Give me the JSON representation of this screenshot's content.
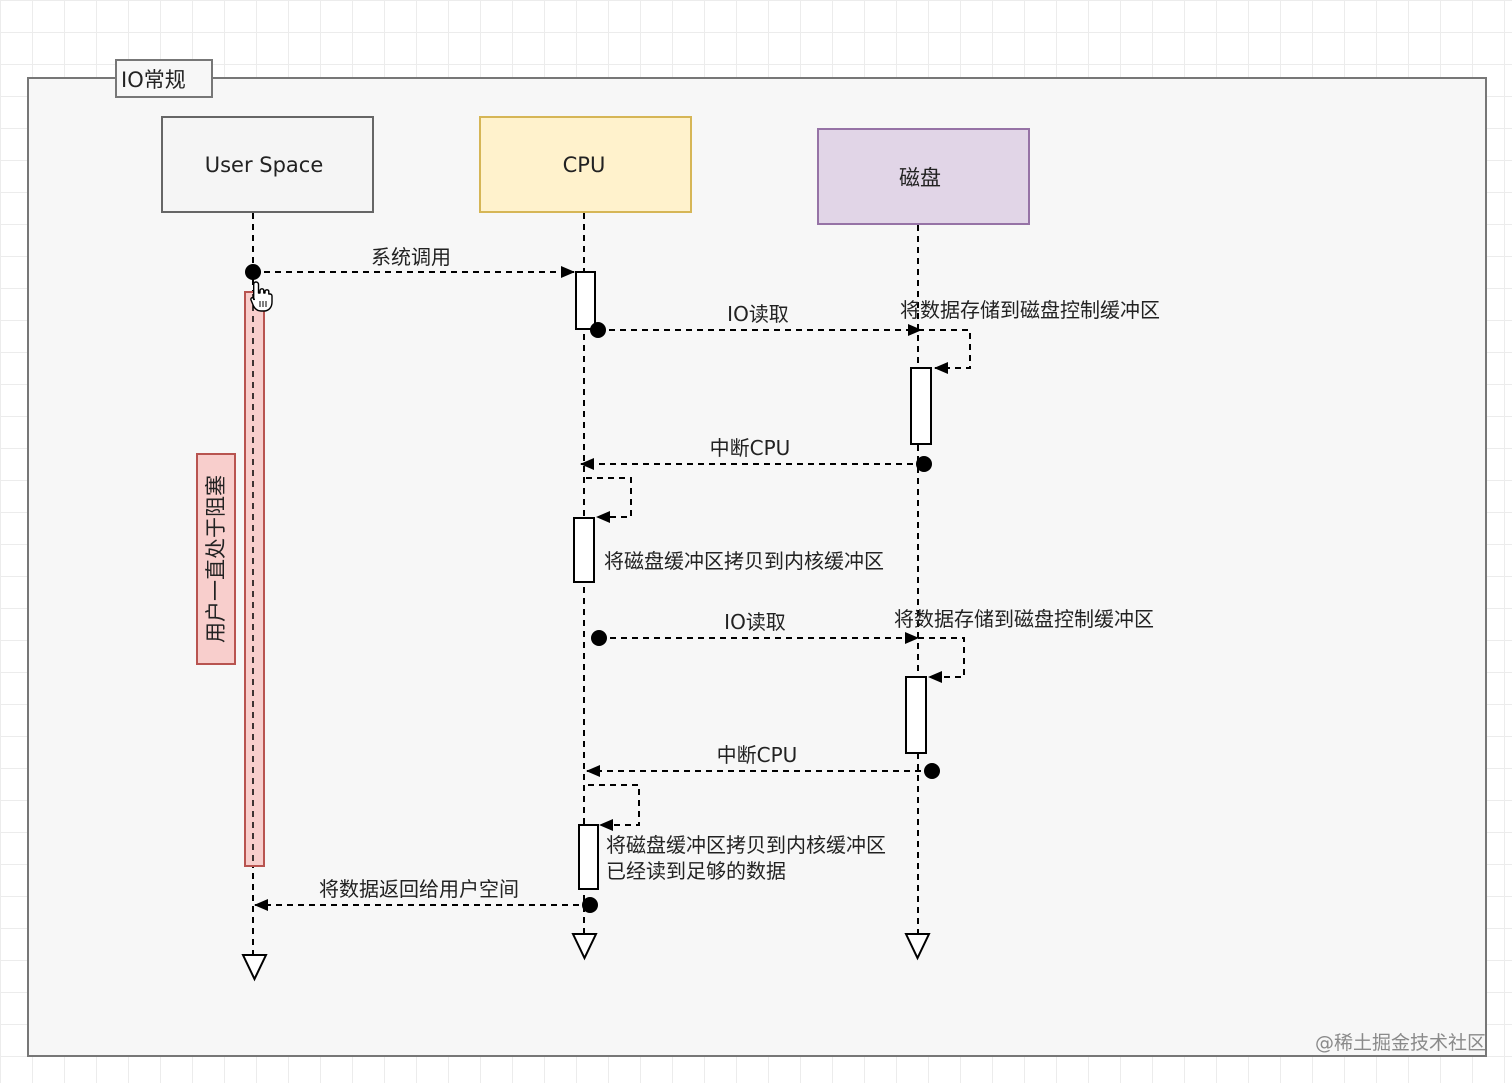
{
  "frame": {
    "title": "IO常规"
  },
  "participants": {
    "user": {
      "label": "User Space",
      "fill": "#f5f5f5",
      "stroke": "#666666"
    },
    "cpu": {
      "label": "CPU",
      "fill": "#fff2cc",
      "stroke": "#d6b656"
    },
    "disk": {
      "label": "磁盘",
      "fill": "#e1d5e7",
      "stroke": "#9673a6"
    }
  },
  "block_note": {
    "label": "用户一直处于阻塞",
    "fill": "#f8cecc",
    "stroke": "#b85450"
  },
  "messages": {
    "syscall": "系统调用",
    "io_read_1": "IO读取",
    "store_1": "将数据存储到磁盘控制缓冲区",
    "interrupt_1": "中断CPU",
    "copy_1": "将磁盘缓冲区拷贝到内核缓冲区",
    "io_read_2": "IO读取",
    "store_2": "将数据存储到磁盘控制缓冲区",
    "interrupt_2": "中断CPU",
    "copy_2_line1": "将磁盘缓冲区拷贝到内核缓冲区",
    "copy_2_line2": "已经读到足够的数据",
    "return": "将数据返回给用户空间"
  },
  "watermark": "@稀土掘金技术社区"
}
